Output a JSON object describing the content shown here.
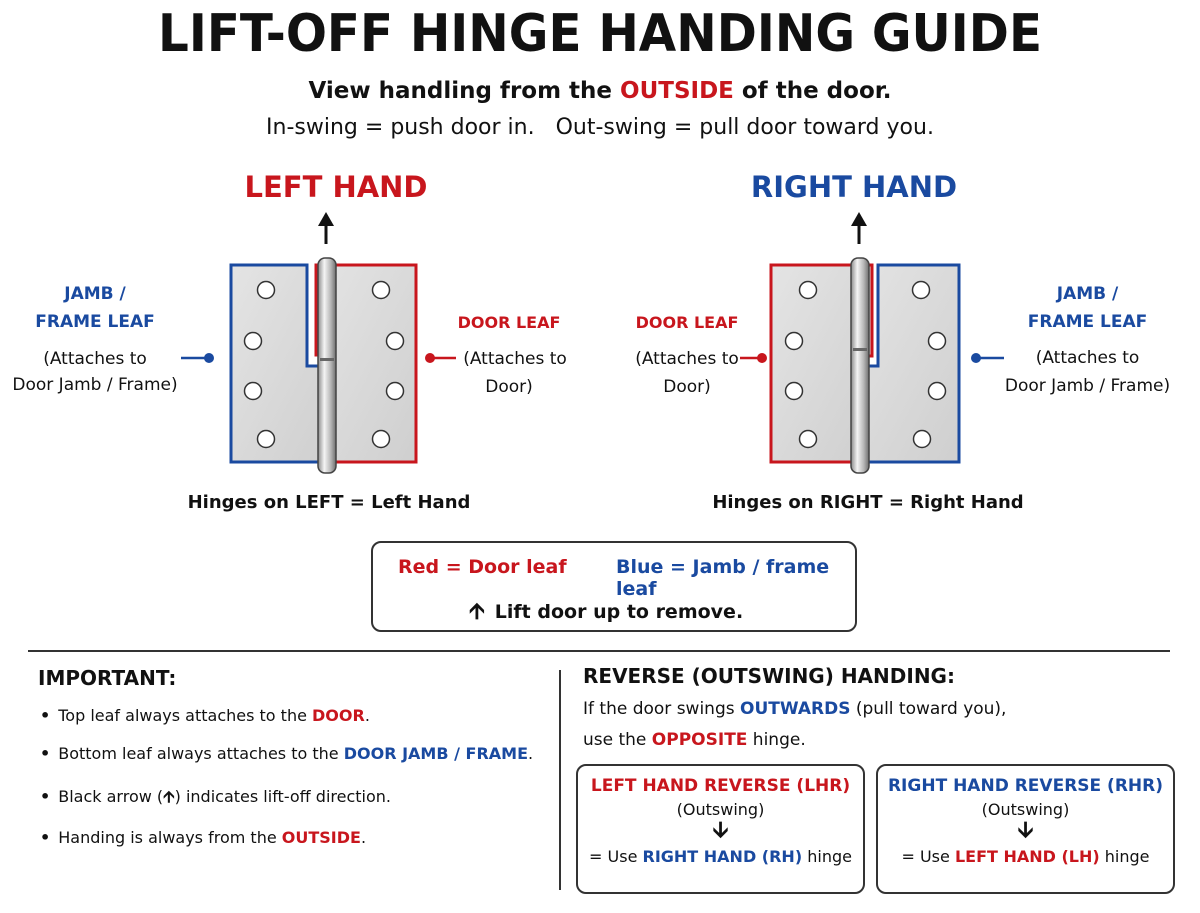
{
  "title": "LIFT-OFF HINGE HANDING GUIDE",
  "subtitle": {
    "prefix": "View handling from the ",
    "emphasis": "OUTSIDE",
    "suffix": " of the door."
  },
  "swing_note": "In-swing = push door in.   Out-swing = pull door toward you.",
  "left_hand": {
    "title": "LEFT HAND",
    "jamb_label_line1": "JAMB /",
    "jamb_label_line2": "FRAME LEAF",
    "jamb_attach_line1": "(Attaches to",
    "jamb_attach_line2": "Door Jamb / Frame)",
    "door_label": "DOOR LEAF",
    "door_attach_line1": "(Attaches to",
    "door_attach_line2": "Door)",
    "caption": "Hinges on LEFT = Left Hand"
  },
  "right_hand": {
    "title": "RIGHT HAND",
    "door_label": "DOOR LEAF",
    "door_attach_line1": "(Attaches to",
    "door_attach_line2": "Door)",
    "jamb_label_line1": "JAMB /",
    "jamb_label_line2": "FRAME LEAF",
    "jamb_attach_line1": "(Attaches to",
    "jamb_attach_line2": "Door Jamb / Frame)",
    "caption": "Hinges on RIGHT = Right Hand"
  },
  "legend": {
    "red": "Red = Door leaf",
    "blue": "Blue = Jamb / frame leaf",
    "arrow_note": "Lift door up to remove."
  },
  "important": {
    "heading": "IMPORTANT:",
    "b1_pre": "Top leaf always attaches to the ",
    "b1_em": "DOOR",
    "b1_post": ".",
    "b2_pre": "Bottom leaf always attaches to the ",
    "b2_em": "DOOR JAMB / FRAME",
    "b2_post": ".",
    "b3_pre": "Black arrow (",
    "b3_post": ") indicates lift-off direction.",
    "b4_pre": "Handing is always from the ",
    "b4_em": "OUTSIDE",
    "b4_post": "."
  },
  "reverse": {
    "heading": "REVERSE (OUTSWING) HANDING:",
    "line1_pre": "If the door swings ",
    "line1_em": "OUTWARDS",
    "line1_post": " (pull toward you),",
    "line2_pre": "use the ",
    "line2_em": "OPPOSITE",
    "line2_post": " hinge.",
    "lhr": {
      "heading": "LEFT HAND REVERSE (LHR)",
      "outswing": "(Outswing)",
      "use_pre": "= Use ",
      "use_em": "RIGHT HAND (RH)",
      "use_post": " hinge"
    },
    "rhr": {
      "heading": "RIGHT HAND REVERSE (RHR)",
      "outswing": "(Outswing)",
      "use_pre": "= Use ",
      "use_em": "LEFT HAND (LH)",
      "use_post": " hinge"
    }
  },
  "colors": {
    "door_leaf": "#c8161d",
    "jamb_leaf": "#1a4aa0",
    "leaf_fill": "#d9d9d9",
    "text": "#111111"
  },
  "icons": {
    "lift_arrow": "arrow-up-icon",
    "result_arrow": "arrow-down-icon",
    "leader_dot": "leader-dot-icon"
  }
}
